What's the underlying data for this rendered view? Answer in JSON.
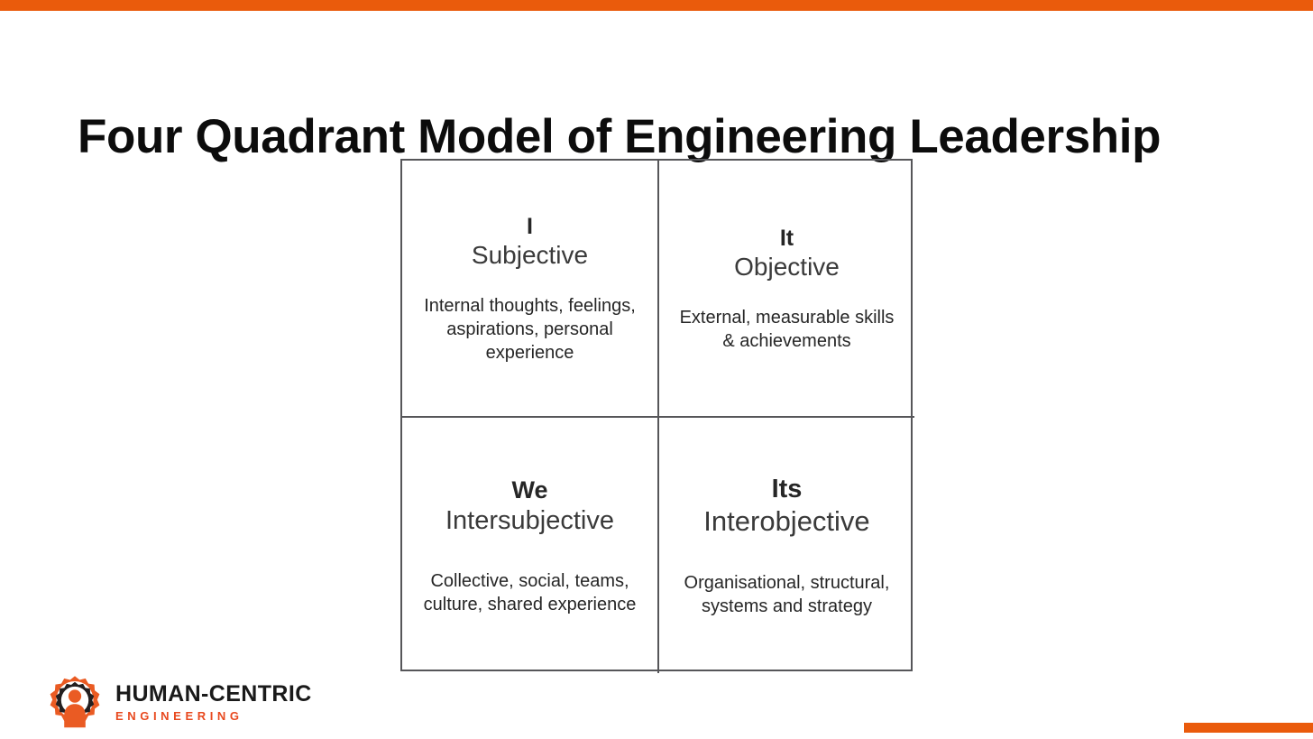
{
  "slide": {
    "title": "Four Quadrant Model of Engineering Leadership",
    "accent_color": "#ea5b0c",
    "background_color": "#ffffff",
    "border_color": "#565659"
  },
  "quadrants": [
    {
      "position": "top-left",
      "pronoun": "I",
      "perspective": "Subjective",
      "description": "Internal thoughts, feelings, aspirations, personal experience"
    },
    {
      "position": "top-right",
      "pronoun": "It",
      "perspective": "Objective",
      "description": "External, measurable skills & achievements"
    },
    {
      "position": "bottom-left",
      "pronoun": "We",
      "perspective": "Intersubjective",
      "description": "Collective, social, teams, culture, shared experience"
    },
    {
      "position": "bottom-right",
      "pronoun": "Its",
      "perspective": "Interobjective",
      "description": "Organisational, structural, systems and strategy"
    }
  ],
  "logo": {
    "name": "HUMAN-CENTRIC",
    "tagline": "ENGINEERING",
    "mark_icon": "gear-person-icon",
    "name_color": "#1a1a1a",
    "tagline_color": "#e8491f",
    "mark_orange": "#ea5b23",
    "mark_dark": "#231f20"
  }
}
